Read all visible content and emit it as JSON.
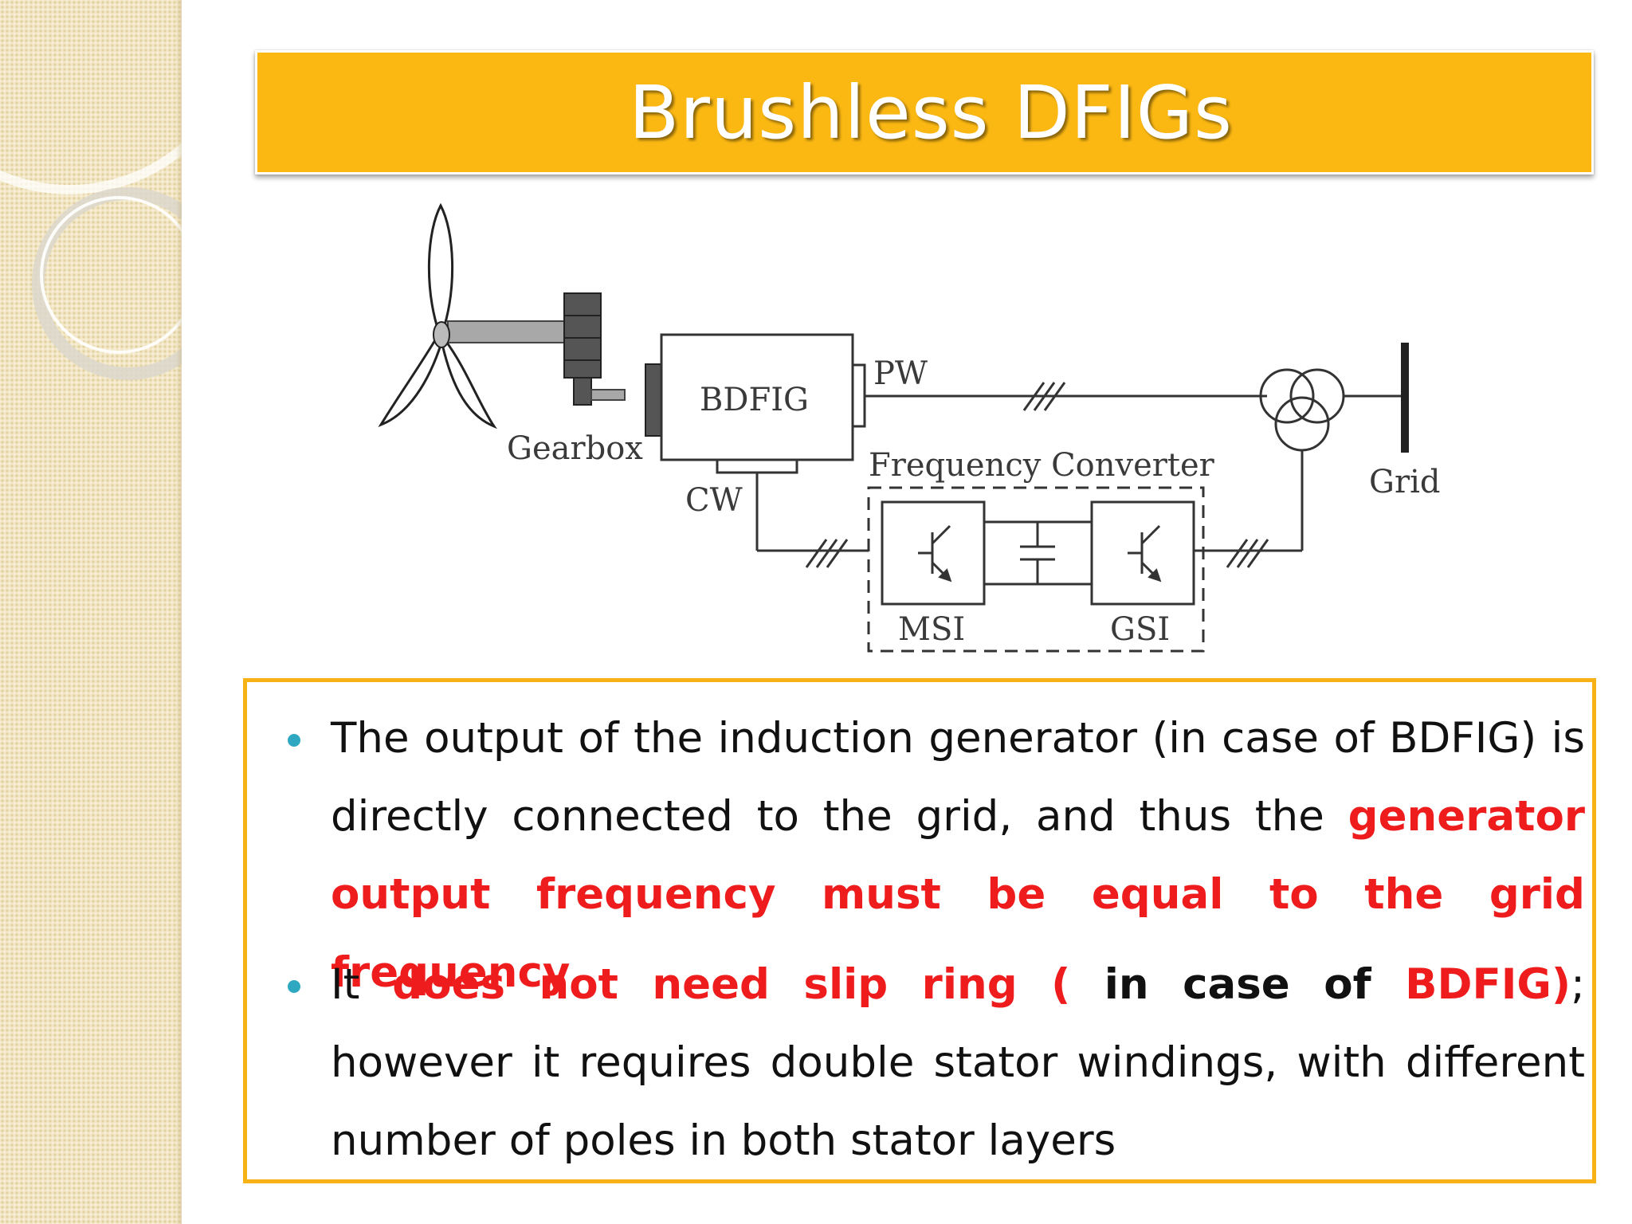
{
  "title": "Brushless DFIGs",
  "diagram": {
    "gearbox": "Gearbox",
    "bdfig": "BDFIG",
    "pw": "PW",
    "cw": "CW",
    "converter": "Frequency Converter",
    "msi": "MSI",
    "gsi": "GSI",
    "grid": "Grid"
  },
  "bullets": [
    {
      "t1": "The output of the induction generator (in case of BDFIG) is directly connected to the grid, and thus the ",
      "t2": "generator output frequency must be equal to the grid frequency"
    },
    {
      "t1": "It ",
      "t2": "does not need slip ring ( ",
      "t3": "in case of ",
      "t4": "BDFIG)",
      "t5": "; however it requires double stator windings, with different number of poles in both stator layers"
    }
  ],
  "colors": {
    "title_bar": "#fbb813",
    "emphasis": "#ee1c1c",
    "bullet_dot": "#2ea8c0",
    "box_border": "#f7b217"
  }
}
